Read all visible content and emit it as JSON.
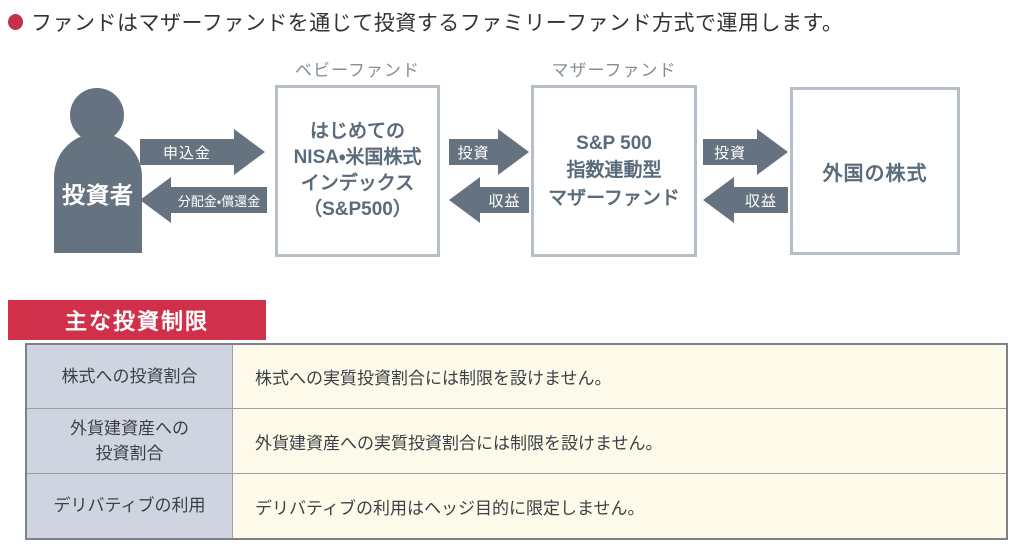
{
  "title": {
    "text": "ファンドはマザーファンドを通じて投資するファミリーファンド方式で運用します。"
  },
  "icons": {
    "bullet": "red-filled-circle",
    "arrow_right": "thick-right-arrow",
    "arrow_left": "thick-left-arrow",
    "investor": "person-silhouette"
  },
  "diagram": {
    "investor_label": "投資者",
    "baby_fund_caption": "ベビーファンド",
    "baby_fund_name": "はじめての\nNISA・米国株式\nインデックス\n（S&P500）",
    "mother_fund_caption": "マザーファンド",
    "mother_fund_name": "S&P 500\n指数連動型\nマザーファンド",
    "foreign_stocks_label": "外国の株式",
    "arrows": {
      "subscription": "申込金",
      "distribution": "分配金・償還金",
      "invest_baby_to_mother": "投資",
      "return_mother_to_baby": "収益",
      "invest_mother_to_stocks": "投資",
      "return_stocks_to_mother": "収益"
    }
  },
  "restrictions": {
    "heading": "主な投資制限",
    "rows": [
      {
        "label": "株式への投資割合",
        "value": "株式への実質投資割合には制限を設けません。"
      },
      {
        "label": "外貨建資産への\n投資割合",
        "value": "外貨建資産への実質投資割合には制限を設けません。"
      },
      {
        "label": "デリバティブの利用",
        "value": "デリバティブの利用はヘッジ目的に限定しません。"
      }
    ]
  },
  "colors": {
    "accent_red": "#d03049",
    "bullet_red": "#c5304a",
    "diagram_gray": "#64737f",
    "box_border": "#b6bfc8",
    "box_text": "#5a6b7b",
    "caption_gray": "#858f99",
    "table_label_bg": "#cfd4e0",
    "table_value_bg": "#fdfae9",
    "table_border": "#7d828a"
  }
}
